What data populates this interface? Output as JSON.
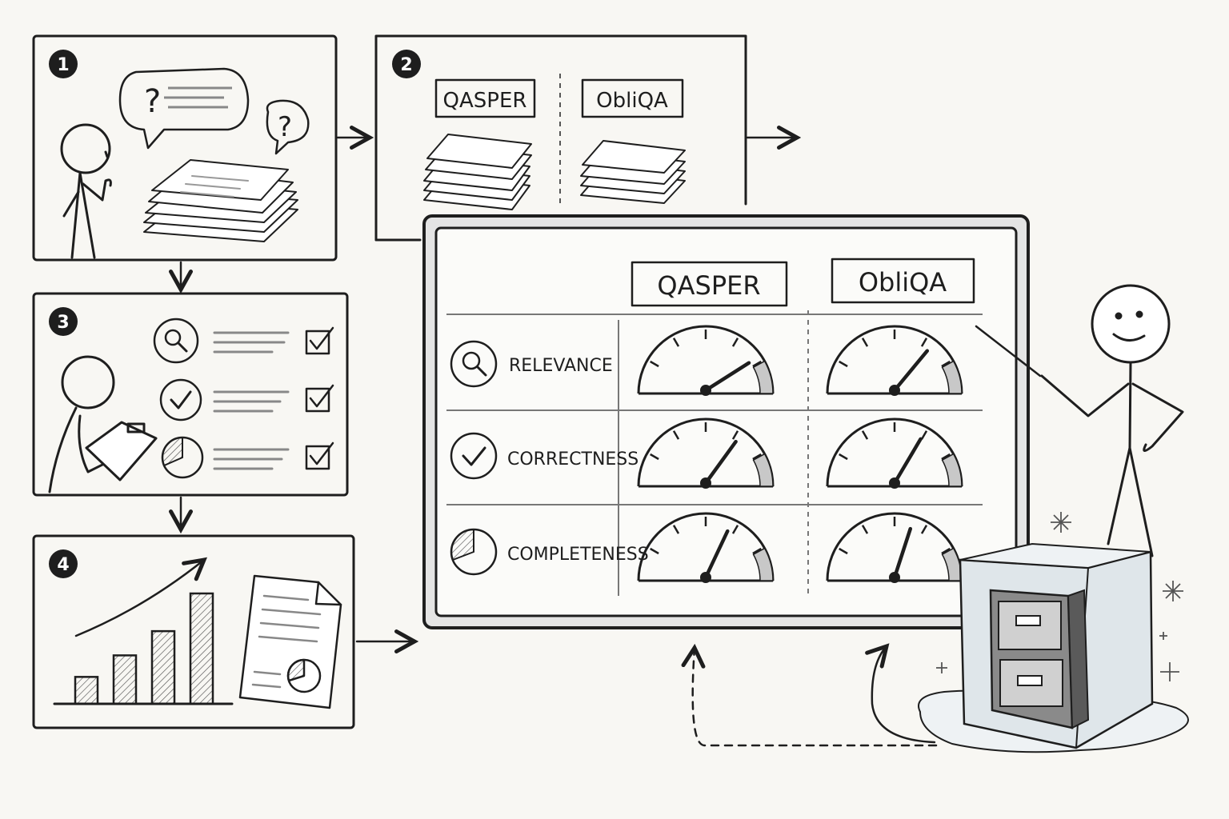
{
  "steps": [
    {
      "number": "1"
    },
    {
      "number": "2",
      "datasets": [
        "QASPER",
        "ObliQA"
      ]
    },
    {
      "number": "3"
    },
    {
      "number": "4"
    }
  ],
  "board": {
    "columns": [
      "QASPER",
      "ObliQA"
    ],
    "rows": [
      {
        "label": "RELEVANCE",
        "icon": "magnifier-icon",
        "levels": [
          0.82,
          0.72
        ]
      },
      {
        "label": "CORRECTNESS",
        "icon": "checkmark-icon",
        "levels": [
          0.7,
          0.67
        ]
      },
      {
        "label": "COMPLETENESS",
        "icon": "pie-chart-icon",
        "levels": [
          0.64,
          0.6
        ]
      }
    ]
  },
  "bar_chart": {
    "values": [
      1,
      1.8,
      2.7,
      4.1
    ]
  },
  "speech_bubble_text": "?",
  "thought_bubble_text": "?",
  "colors": {
    "ink": "#1e1e1e",
    "paper": "#f8f7f3",
    "shade": "#c8c8c8",
    "ice": "#dfe6ea"
  }
}
